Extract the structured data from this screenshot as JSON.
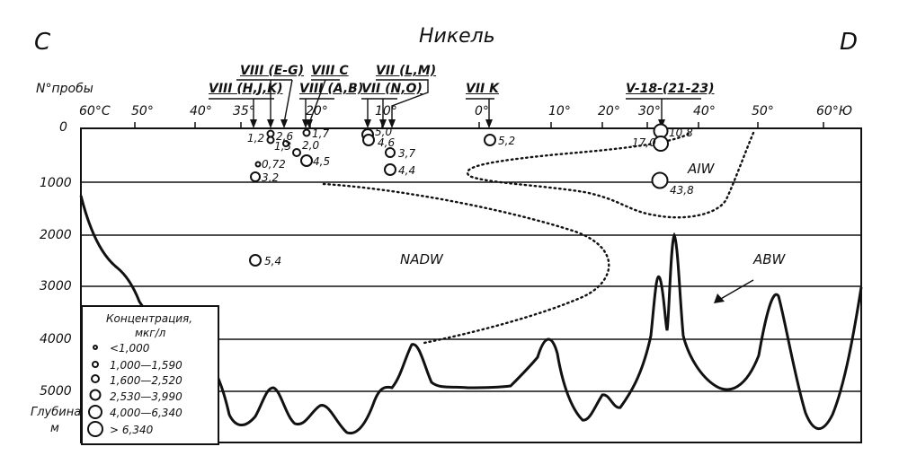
{
  "section": {
    "start": "C",
    "end": "D",
    "title": "Никель"
  },
  "probe_label": "N°пробы",
  "depth_label": [
    "Глубина,",
    "м"
  ],
  "stations": [
    "VIII (E-G)",
    "VIII C",
    "VIII (H,J,K)",
    "VIII (A,B)",
    "VII (L,M)",
    "VII (N,O)",
    "VII K",
    "V-18-(21-23)"
  ],
  "longitudes": [
    "60°С",
    "50°",
    "40°",
    "35°",
    "20°",
    "10°",
    "0°",
    "10°",
    "20°",
    "30°",
    "40°",
    "50°",
    "60°Ю"
  ],
  "depths": [
    "0",
    "1000",
    "2000",
    "3000",
    "4000",
    "5000"
  ],
  "water_masses": [
    "AIW",
    "NADW",
    "ABW"
  ],
  "samples": [
    "1,2",
    "2,6",
    "1,3",
    "1,7",
    "2,0",
    "4,5",
    "0,72",
    "3,2",
    "5,0",
    "4,6",
    "3,7",
    "4,4",
    "5,2",
    "10,8",
    "17,0",
    "43,8",
    "5,4"
  ],
  "legend": {
    "title": "Концентрация,",
    "unit": "мкг/л",
    "classes": [
      "<1,000",
      "1,000—1,590",
      "1,600—2,520",
      "2,530—3,990",
      "4,000—6,340",
      "> 6,340"
    ]
  }
}
